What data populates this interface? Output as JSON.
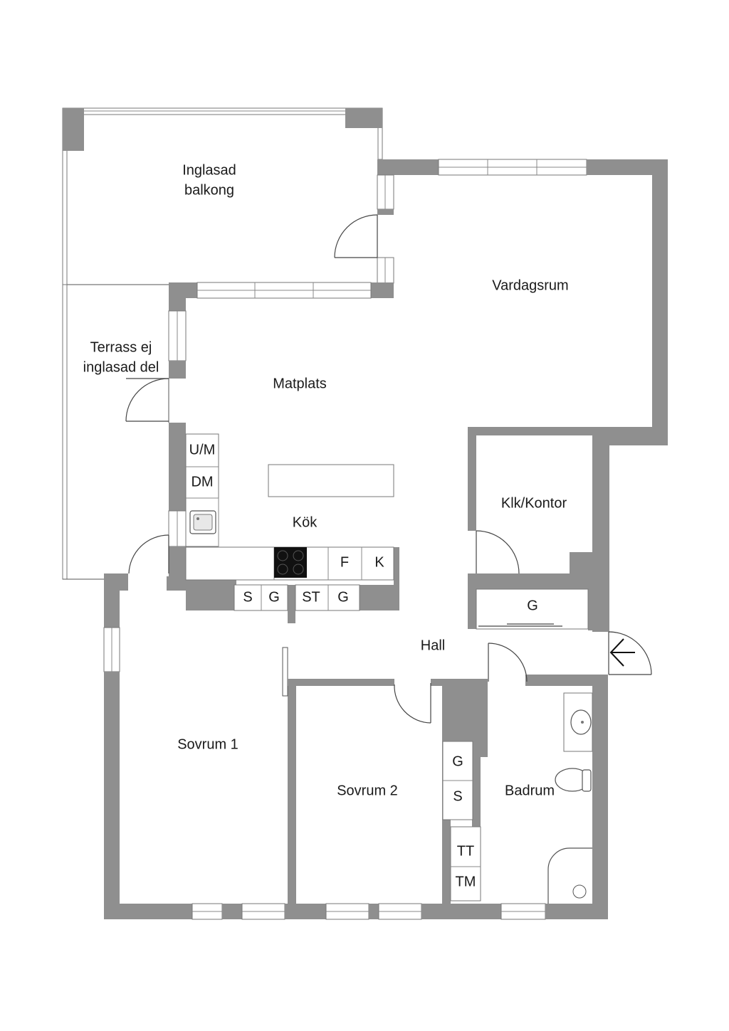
{
  "rooms": {
    "balcony_line1": "Inglasad",
    "balcony_line2": "balkong",
    "living": "Vardagsrum",
    "terrace_line1": "Terrass ej",
    "terrace_line2": "inglasad del",
    "dining": "Matplats",
    "kitchen": "Kök",
    "office": "Klk/Kontor",
    "hall": "Hall",
    "bedroom1": "Sovrum 1",
    "bedroom2": "Sovrum 2",
    "bathroom": "Badrum"
  },
  "appliances": {
    "um": "U/M",
    "dm": "DM",
    "f": "F",
    "k": "K",
    "s1": "S",
    "g1": "G",
    "st": "ST",
    "g2": "G",
    "hall_g": "G",
    "closet_g": "G",
    "closet_s": "S",
    "tt": "TT",
    "tm": "TM"
  },
  "icons": [
    "entry-arrow-icon",
    "stove-icon",
    "sink-icon",
    "washbasin-icon",
    "toilet-icon"
  ],
  "colors": {
    "wall": "#8f8f8f",
    "background": "#ffffff",
    "stove": "#111111"
  }
}
